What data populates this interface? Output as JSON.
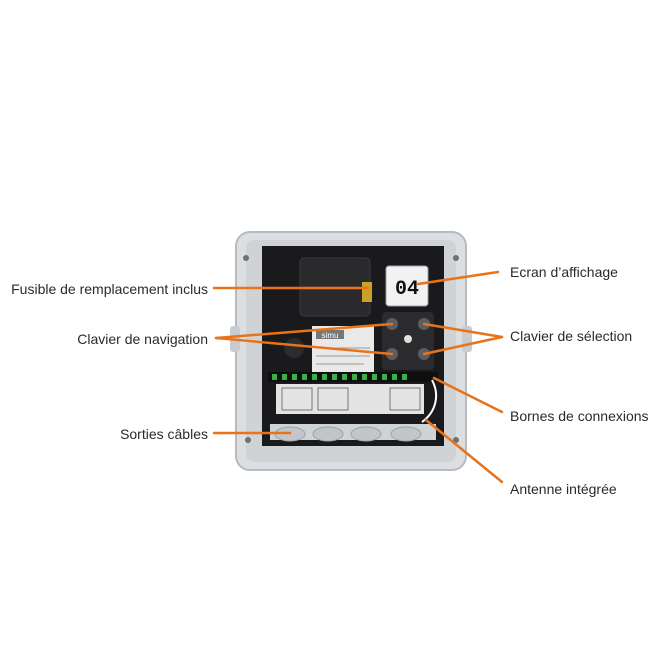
{
  "colors": {
    "leader": "#e8731a",
    "housing": "#d9dcdf",
    "housing_edge": "#b7bbbf",
    "board": "#1b1b1d",
    "sticker": "#ececec"
  },
  "callouts": {
    "fuse": "Fusible de remplacement inclus",
    "nav_keypad": "Clavier de navigation",
    "cable_outputs": "Sorties câbles",
    "display": "Ecran d’affichage",
    "select_keypad": "Clavier de sélection",
    "terminals": "Bornes de connexions",
    "antenna": "Antenne intégrée"
  },
  "device": {
    "brand": "simu",
    "display_value": "04"
  }
}
